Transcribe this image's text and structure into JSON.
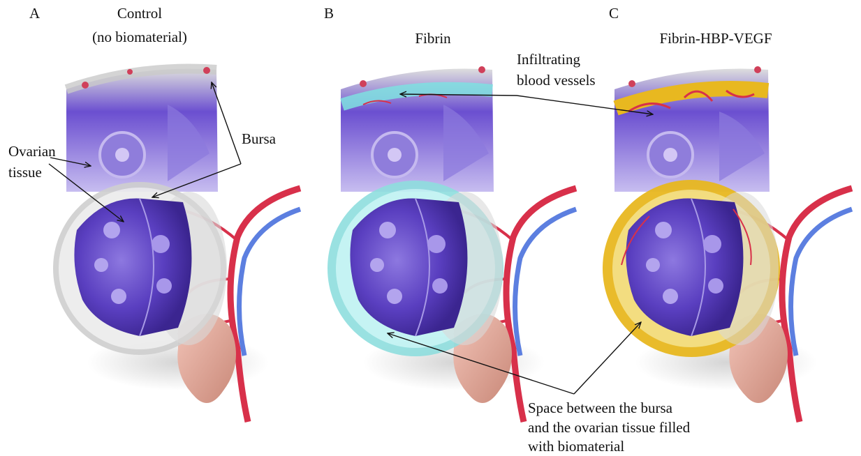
{
  "panels": [
    {
      "letter": "A",
      "title_line1": "Control",
      "title_line2": "(no biomaterial)"
    },
    {
      "letter": "B",
      "title_line1": "Fibrin"
    },
    {
      "letter": "C",
      "title_line1": "Fibrin-HBP-VEGF"
    }
  ],
  "labels": {
    "ovarian_line1": "Ovarian",
    "ovarian_line2": "tissue",
    "bursa": "Bursa",
    "vessels_line1": "Infiltrating",
    "vessels_line2": "blood vessels",
    "space_line1": "Space between the bursa",
    "space_line2": "and the ovarian tissue filled",
    "space_line3": "with biomaterial"
  },
  "colors": {
    "tissue": "#5a3fc0",
    "tissue_light": "#9a86e0",
    "vessel_red": "#d8304a",
    "vessel_blue": "#5c7fe0",
    "fibrin": "#7fe0e0",
    "fibrin_vegf": "#e8b820",
    "bursa": "#d9d9d9"
  }
}
